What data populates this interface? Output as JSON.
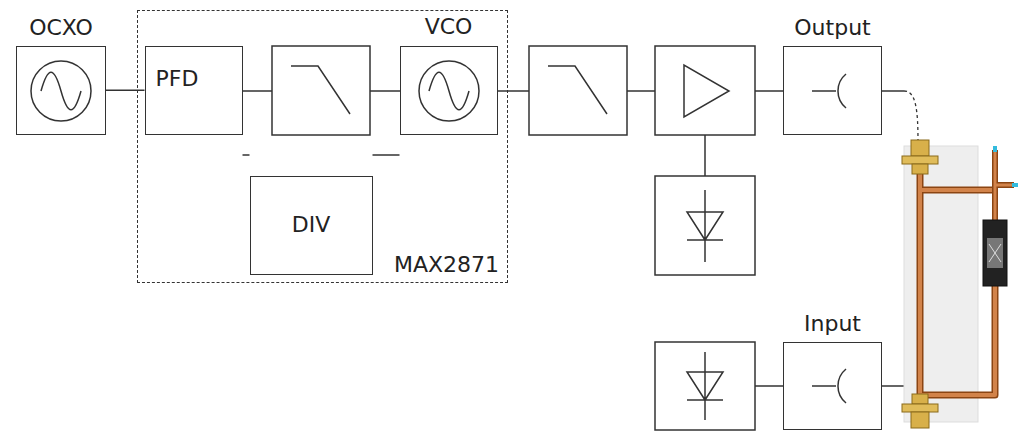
{
  "diagram": {
    "nodes": [
      {
        "text": [
          "OCXO"
        ]
      },
      {
        "text": [
          "MAX2871"
        ]
      },
      {
        "text": [
          "PFD"
        ],
        "in": 1
      },
      {
        "text": [
          "VCO"
        ],
        "in": 1
      },
      {
        "text": [
          "DIV"
        ],
        "in": 1
      },
      {
        "text": [
          "Output"
        ]
      },
      {
        "text": [
          "Input"
        ]
      }
    ],
    "edges": [
      {
        "from": 0,
        "to": 2,
        "arrow": "none"
      },
      {
        "from": 2,
        "to": 4,
        "arrow": "none"
      },
      {
        "from": 4,
        "to": 3,
        "arrow": "none"
      }
    ]
  }
}
